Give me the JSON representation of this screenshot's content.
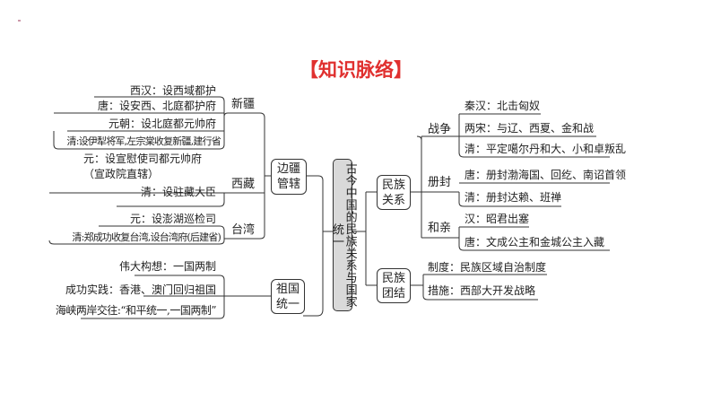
{
  "title": "【知识脉络】",
  "center": "古今中国的民族关系与国家统一",
  "left": {
    "border": {
      "label": "边疆管辖",
      "xinjiang": {
        "label": "新疆",
        "items": [
          "西汉：设西域都护",
          "唐：设安西、北庭都护府",
          "元朝：设北庭都元帅府",
          "清:设伊犁将军,左宗棠收复新疆,建行省"
        ]
      },
      "xizang": {
        "label": "西藏",
        "items": [
          "元：设宣慰使司都元帅府（宣政院直辖）",
          "清：设驻藏大臣"
        ]
      },
      "taiwan": {
        "label": "台湾",
        "items": [
          "元：设澎湖巡检司",
          "清:郑成功收复台湾,设台湾府(后建省)"
        ]
      }
    },
    "unify": {
      "label": "祖国统一",
      "items": [
        "伟大构想：一国两制",
        "成功实践：香港、澳门回归祖国",
        "海峡两岸交往:“和平统一,一国两制”"
      ]
    }
  },
  "right": {
    "relations": {
      "label": "民族关系",
      "war": {
        "label": "战争",
        "items": [
          "秦汉：北击匈奴",
          "两宋：与辽、西夏、金和战",
          "清：平定噶尔丹和大、小和卓叛乱"
        ]
      },
      "enfeoff": {
        "label": "册封",
        "items": [
          "唐：册封渤海国、回纥、南诏首领",
          "清：册封达赖、班禅"
        ]
      },
      "marriage": {
        "label": "和亲",
        "items": [
          "汉：昭君出塞",
          "唐：文成公主和金城公主入藏"
        ]
      }
    },
    "unity": {
      "label": "民族团结",
      "items": [
        "制度：民族区域自治制度",
        "措施：西部大开发战略"
      ]
    }
  }
}
